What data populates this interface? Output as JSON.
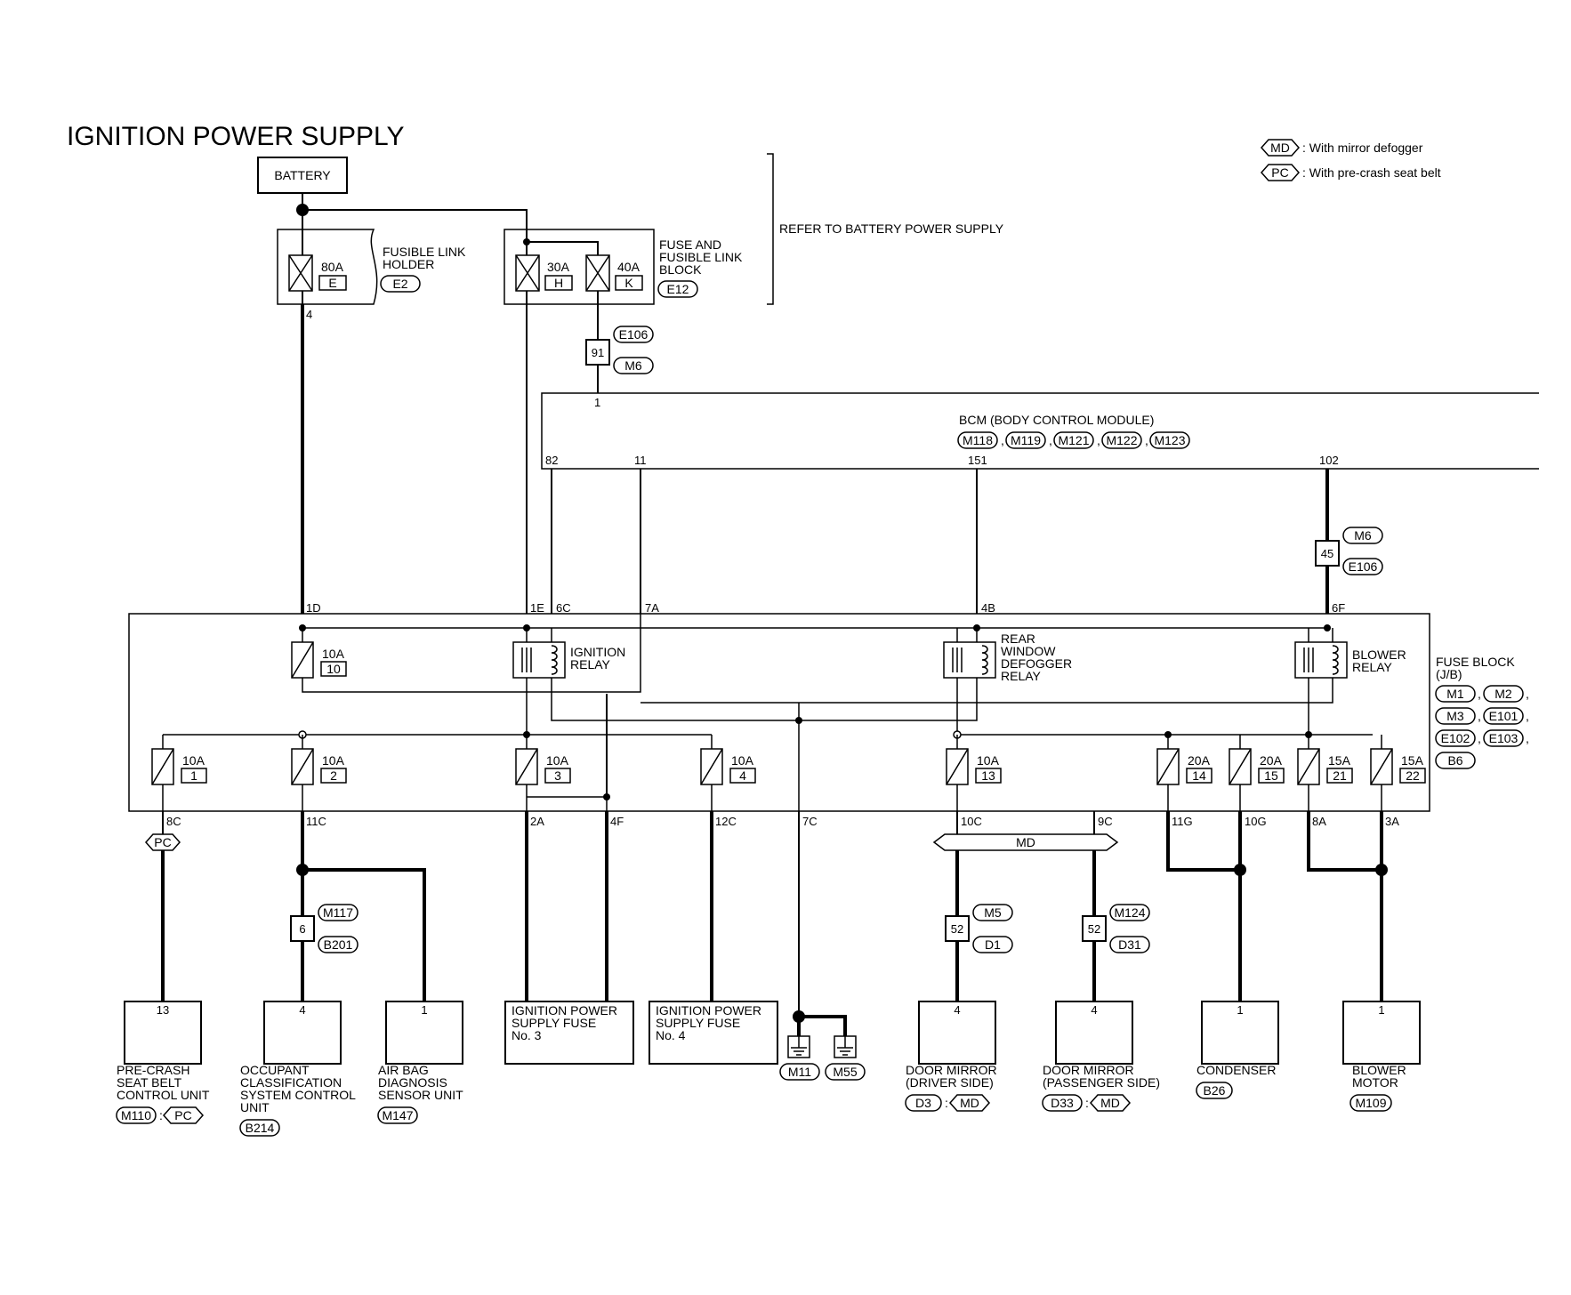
{
  "title": "IGNITION POWER SUPPLY",
  "legend": {
    "md_code": "MD",
    "md_text": ": With mirror defogger",
    "pc_code": "PC",
    "pc_text": ": With pre-crash seat belt"
  },
  "battery": "BATTERY",
  "refer_note": "REFER TO BATTERY POWER SUPPLY",
  "fusible_link_holder": {
    "label_line1": "FUSIBLE LINK",
    "label_line2": "HOLDER",
    "connector": "E2",
    "fuse_amp": "80A",
    "fuse_id": "E",
    "pin": "4"
  },
  "fuse_and_fusible_link_block": {
    "label_line1": "FUSE AND",
    "label_line2": "FUSIBLE LINK",
    "label_line3": "BLOCK",
    "connector": "E12",
    "fuses": [
      {
        "amp": "30A",
        "id": "H"
      },
      {
        "amp": "40A",
        "id": "K"
      }
    ]
  },
  "joint_91": {
    "pin": "91",
    "conn_top": "E106",
    "conn_bottom": "M6",
    "bcm_pin": "1"
  },
  "bcm": {
    "label": "BCM (BODY CONTROL MODULE)",
    "connectors": [
      "M118",
      "M119",
      "M121",
      "M122",
      "M123"
    ],
    "pins": [
      "82",
      "11",
      "151",
      "102"
    ]
  },
  "joint_45": {
    "pin": "45",
    "conn_top": "M6",
    "conn_bottom": "E106"
  },
  "fuse_block": {
    "label_line1": "FUSE BLOCK",
    "label_line2": "(J/B)",
    "connectors": [
      "M1",
      "M2",
      "M3",
      "E101",
      "E102",
      "E103",
      "B6"
    ],
    "top_pins": [
      "1D",
      "1E",
      "6C",
      "7A",
      "4B",
      "6F"
    ],
    "top_fuse": {
      "amp": "10A",
      "id": "10"
    },
    "relays": {
      "ignition": [
        "IGNITION",
        "RELAY"
      ],
      "rear_defogger": [
        "REAR",
        "WINDOW",
        "DEFOGGER",
        "RELAY"
      ],
      "blower": [
        "BLOWER",
        "RELAY"
      ]
    },
    "fuses": [
      {
        "amp": "10A",
        "id": "1"
      },
      {
        "amp": "10A",
        "id": "2"
      },
      {
        "amp": "10A",
        "id": "3"
      },
      {
        "amp": "10A",
        "id": "4"
      },
      {
        "amp": "10A",
        "id": "13"
      },
      {
        "amp": "20A",
        "id": "14"
      },
      {
        "amp": "20A",
        "id": "15"
      },
      {
        "amp": "15A",
        "id": "21"
      },
      {
        "amp": "15A",
        "id": "22"
      }
    ],
    "bottom_pins": [
      "8C",
      "11C",
      "2A",
      "4F",
      "12C",
      "7C",
      "10C",
      "9C",
      "11G",
      "10G",
      "8A",
      "3A"
    ]
  },
  "pc_tag": "PC",
  "md_tag": "MD",
  "joint_6": {
    "pin": "6",
    "conn_top": "M117",
    "conn_bottom": "B201"
  },
  "joint_52_driver": {
    "pin": "52",
    "conn_top": "M5",
    "conn_bottom": "D1"
  },
  "joint_52_passenger": {
    "pin": "52",
    "conn_top": "M124",
    "conn_bottom": "D31"
  },
  "grounds": [
    "M11",
    "M55"
  ],
  "loads": {
    "precrash": {
      "pin": "13",
      "lines": [
        "PRE-CRASH",
        "SEAT BELT",
        "CONTROL UNIT"
      ],
      "conn": "M110",
      "sep": ":",
      "tag": "PC"
    },
    "occupant": {
      "pin": "4",
      "lines": [
        "OCCUPANT",
        "CLASSIFICATION",
        "SYSTEM CONTROL",
        "UNIT"
      ],
      "conn": "B214"
    },
    "airbag": {
      "pin": "1",
      "lines": [
        "AIR BAG",
        "DIAGNOSIS",
        "SENSOR UNIT"
      ],
      "conn": "M147"
    },
    "ign_fuse3": {
      "lines": [
        "IGNITION POWER",
        "SUPPLY FUSE",
        "No. 3"
      ]
    },
    "ign_fuse4": {
      "lines": [
        "IGNITION POWER",
        "SUPPLY FUSE",
        "No. 4"
      ]
    },
    "mirror_driver": {
      "pin": "4",
      "lines": [
        "DOOR MIRROR",
        "(DRIVER SIDE)"
      ],
      "conn": "D3",
      "sep": ":",
      "tag": "MD"
    },
    "mirror_passenger": {
      "pin": "4",
      "lines": [
        "DOOR MIRROR",
        "(PASSENGER SIDE)"
      ],
      "conn": "D33",
      "sep": ":",
      "tag": "MD"
    },
    "condenser": {
      "pin": "1",
      "lines": [
        "CONDENSER"
      ],
      "conn": "B26"
    },
    "blower_motor": {
      "pin": "1",
      "lines": [
        "BLOWER",
        "MOTOR"
      ],
      "conn": "M109"
    }
  }
}
